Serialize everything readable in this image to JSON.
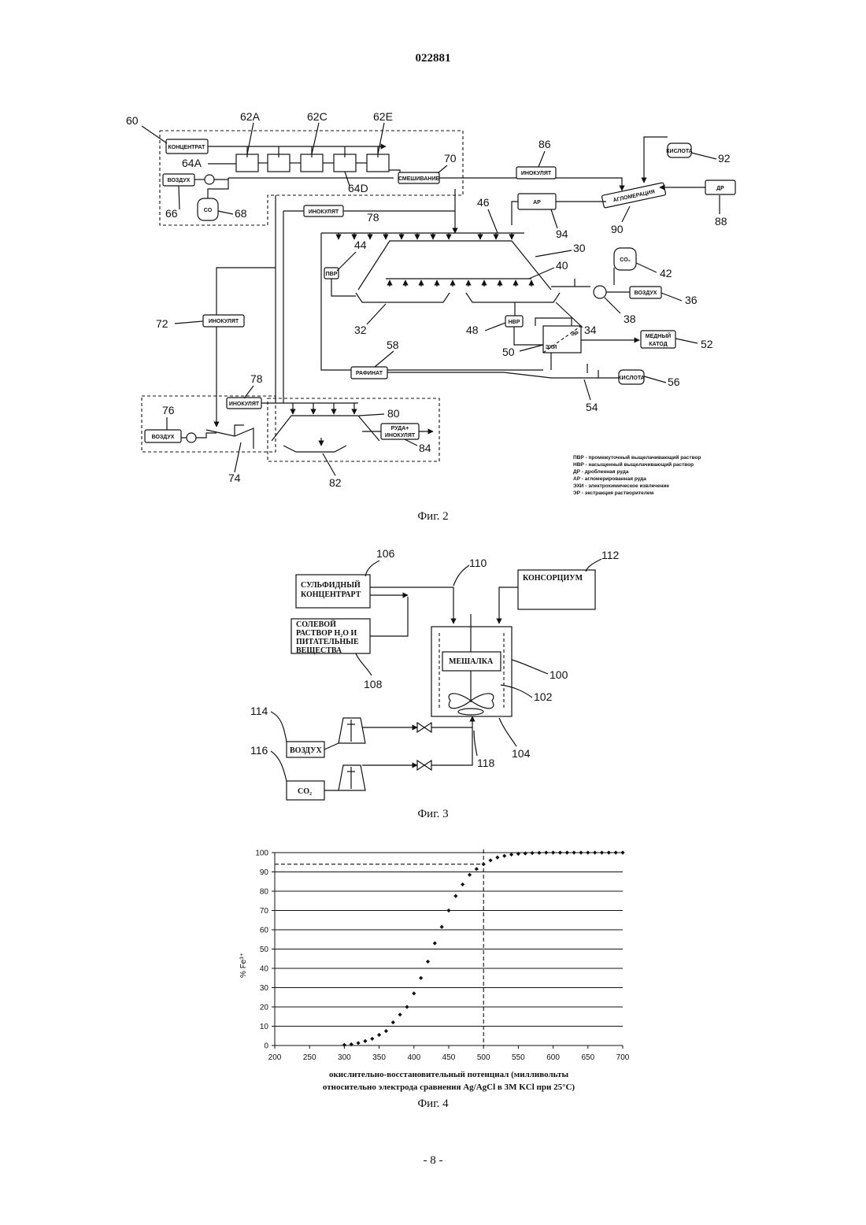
{
  "header": {
    "doc_number": "022881"
  },
  "fig2": {
    "caption": "Фиг. 2",
    "boxes": {
      "concentrate": "КОНЦЕНТРАТ",
      "air": "ВОЗДУХ",
      "mixing": "СМЕШИВАНИЕ",
      "inoculate": "ИНОКУЛЯТ",
      "acid": "КИСЛОТА",
      "agglomeration": "АГЛОМЕРАЦИЯ",
      "crushed_ore": "ДР",
      "agglomerated_ore": "АР",
      "pvr": "ПВР",
      "nvr": "НВР",
      "er": "ЭР",
      "ekhi": "ЭХИ",
      "copper_cathode_1": "МЕДНЫЙ",
      "copper_cathode_2": "КАТОД",
      "raffinate": "РАФИНАТ",
      "ore_inoculate_1": "РУДА+",
      "ore_inoculate_2": "ИНОКУЛЯТ",
      "co": "CO",
      "co2": "CO₂"
    },
    "numbers": {
      "n60": "60",
      "n62A": "62A",
      "n62C": "62C",
      "n62E": "62E",
      "n64A": "64A",
      "n64D": "64D",
      "n70": "70",
      "n66": "66",
      "n68": "68",
      "n78a": "78",
      "n86": "86",
      "n92": "92",
      "n88": "88",
      "n90": "90",
      "n94": "94",
      "n46": "46",
      "n30": "30",
      "n44": "44",
      "n40": "40",
      "n42": "42",
      "n36": "36",
      "n38": "38",
      "n32": "32",
      "n34": "34",
      "n48": "48",
      "n50": "50",
      "n52": "52",
      "n72": "72",
      "n58": "58",
      "n56": "56",
      "n54": "54",
      "n76": "76",
      "n78b": "78",
      "n80": "80",
      "n84": "84",
      "n74": "74",
      "n82": "82"
    },
    "legend": [
      "ПВР - промежуточный выщелачивающий раствор",
      "НВР - насыщенный выщелачивающий раствор",
      "ДР - дробленная руда",
      "АР - агломерированная руда",
      "ЭХИ - электрохимическое извлечение",
      "ЭР - экстракция растворителем"
    ]
  },
  "fig3": {
    "caption": "Фиг. 3",
    "sulfide_1": "СУЛЬФИДНЫЙ",
    "sulfide_2": "КОНЦЕНТРАРТ",
    "salt_1": "СОЛЕВОЙ",
    "salt_2": "РАСТВОР H₂O И",
    "salt_3": "ПИТАТЕЛЬНЫЕ",
    "salt_4": "ВЕЩЕСТВА",
    "consortium": "КОНСОРЦИУМ",
    "mixer": "МЕШАЛКА",
    "air": "ВОЗДУХ",
    "co2": "CO₂",
    "numbers": {
      "n106": "106",
      "n110": "110",
      "n112": "112",
      "n108": "108",
      "n100": "100",
      "n102": "102",
      "n114": "114",
      "n116": "116",
      "n118": "118",
      "n104": "104"
    }
  },
  "fig4": {
    "caption": "Фиг. 4",
    "ylabel": "% Fe³⁺",
    "xlabel_1": "окислительно-восстановительный потенциал (милливольты",
    "xlabel_2": "относительно электрода сравнения Ag/AgCl в 3M KCl при 25°C)"
  },
  "footer": {
    "page": "- 8 -"
  },
  "chart_data": {
    "type": "scatter",
    "title": "",
    "xlabel": "окислительно-восстановительный потенциал (милливольты относительно электрода сравнения Ag/AgCl в 3M KCl при 25°C)",
    "ylabel": "% Fe³⁺",
    "xlim": [
      200,
      700
    ],
    "ylim": [
      0,
      100
    ],
    "xticks": [
      200,
      250,
      300,
      350,
      400,
      450,
      500,
      550,
      600,
      650,
      700
    ],
    "yticks": [
      0,
      10,
      20,
      30,
      40,
      50,
      60,
      70,
      80,
      90,
      100
    ],
    "grid": "horizontal",
    "reference_lines": {
      "x": 500,
      "y": 94
    },
    "x": [
      300,
      310,
      320,
      330,
      340,
      350,
      360,
      370,
      380,
      390,
      400,
      410,
      420,
      430,
      440,
      450,
      460,
      470,
      480,
      490,
      500,
      510,
      520,
      530,
      540,
      550,
      560,
      570,
      580,
      590,
      600,
      610,
      620,
      630,
      640,
      650,
      660,
      670,
      680,
      690,
      700
    ],
    "y": [
      0.3,
      0.6,
      1.3,
      2.3,
      3.5,
      5.5,
      7.5,
      12,
      16,
      20,
      27,
      35,
      43.5,
      53,
      61.5,
      70,
      77.5,
      83.5,
      88.5,
      91.5,
      94,
      96,
      97.5,
      98.3,
      99,
      99.4,
      99.6,
      99.8,
      99.9,
      100,
      100,
      100,
      100,
      100,
      100,
      100,
      100,
      100,
      100,
      100,
      100
    ]
  }
}
